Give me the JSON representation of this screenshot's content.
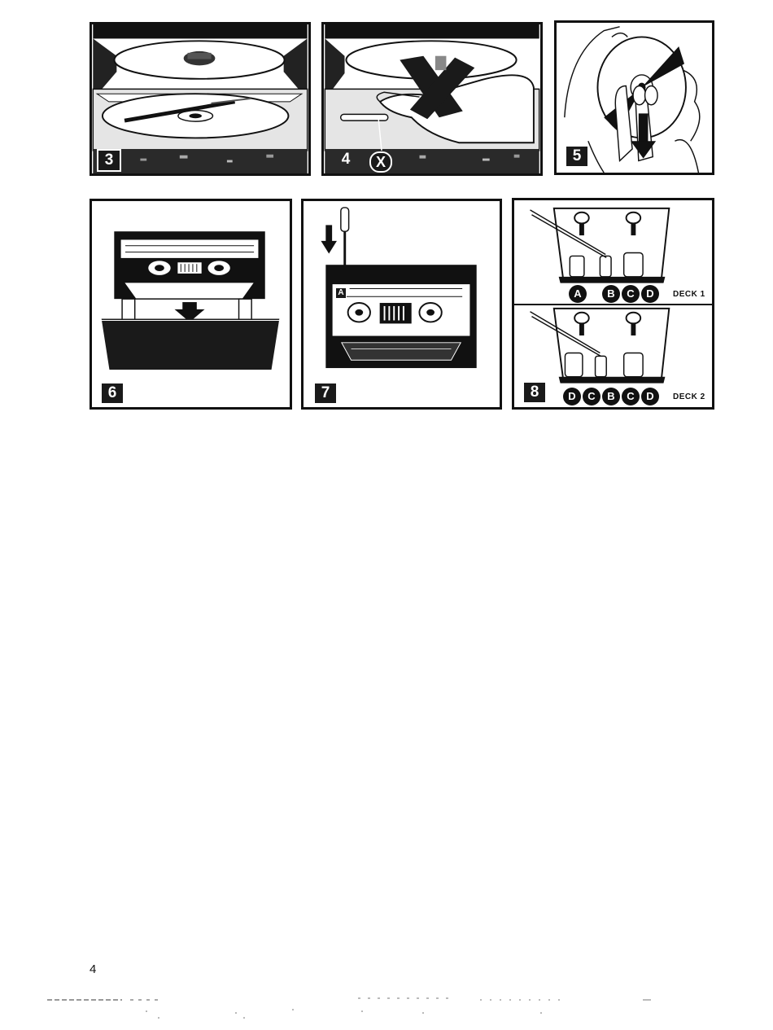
{
  "figures": {
    "fig3": {
      "label": "3"
    },
    "fig4": {
      "label": "4",
      "marker": "X"
    },
    "fig5": {
      "label": "5"
    },
    "fig6": {
      "label": "6"
    },
    "fig7": {
      "label": "7",
      "side_label": "A"
    },
    "fig8": {
      "label": "8",
      "deck1": {
        "name": "DECK 1",
        "heads": [
          "A",
          "B",
          "C",
          "D"
        ]
      },
      "deck2": {
        "name": "DECK 2",
        "heads": [
          "D",
          "C",
          "B",
          "C",
          "D"
        ]
      }
    }
  },
  "page": {
    "number": "4"
  }
}
